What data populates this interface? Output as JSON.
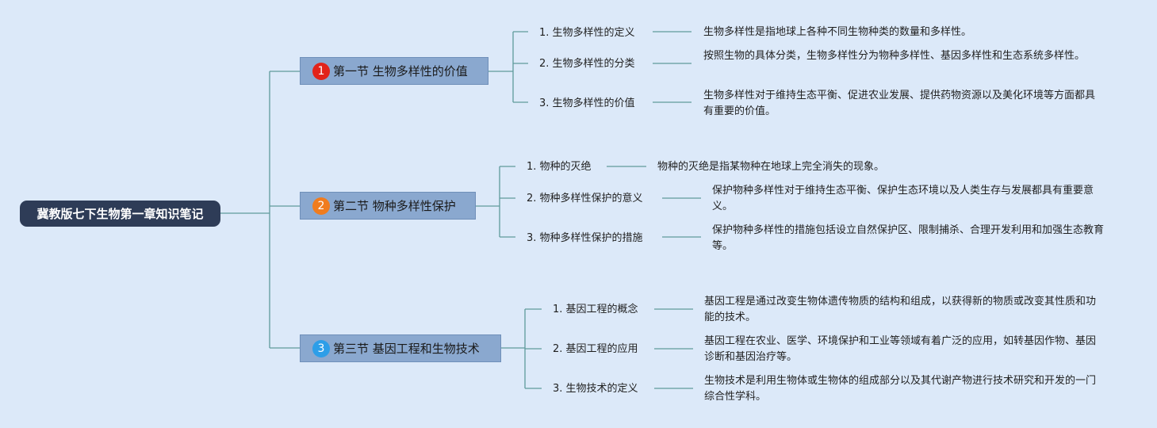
{
  "root": {
    "title": "冀教版七下生物第一章知识笔记"
  },
  "sections": [
    {
      "number": "1",
      "title": "第一节 生物多样性的价值",
      "badge_color": "#e2231a",
      "topics": [
        {
          "label": "1. 生物多样性的定义",
          "description": "生物多样性是指地球上各种不同生物种类的数量和多样性。"
        },
        {
          "label": "2. 生物多样性的分类",
          "description": "按照生物的具体分类，生物多样性分为物种多样性、基因多样性和生态系统多样性。"
        },
        {
          "label": "3. 生物多样性的价值",
          "description": "生物多样性对于维持生态平衡、促进农业发展、提供药物资源以及美化环境等方面都具有重要的价值。"
        }
      ]
    },
    {
      "number": "2",
      "title": "第二节 物种多样性保护",
      "badge_color": "#f07c1e",
      "topics": [
        {
          "label": "1. 物种的灭绝",
          "description": "物种的灭绝是指某物种在地球上完全消失的现象。"
        },
        {
          "label": "2. 物种多样性保护的意义",
          "description": "保护物种多样性对于维持生态平衡、保护生态环境以及人类生存与发展都具有重要意义。"
        },
        {
          "label": "3. 物种多样性保护的措施",
          "description": "保护物种多样性的措施包括设立自然保护区、限制捕杀、合理开发利用和加强生态教育等。"
        }
      ]
    },
    {
      "number": "3",
      "title": "第三节 基因工程和生物技术",
      "badge_color": "#2d9ee8",
      "topics": [
        {
          "label": "1. 基因工程的概念",
          "description": "基因工程是通过改变生物体遗传物质的结构和组成，以获得新的物质或改变其性质和功能的技术。"
        },
        {
          "label": "2. 基因工程的应用",
          "description": "基因工程在农业、医学、环境保护和工业等领域有着广泛的应用，如转基因作物、基因诊断和基因治疗等。"
        },
        {
          "label": "3. 生物技术的定义",
          "description": "生物技术是利用生物体或生物体的组成部分以及其代谢产物进行技术研究和开发的一门综合性学科。"
        }
      ]
    }
  ],
  "colors": {
    "background": "#dce9f9",
    "line": "#5f9a9c",
    "section_fill": "#8aa8cf",
    "root_fill": "#2e3c57"
  }
}
